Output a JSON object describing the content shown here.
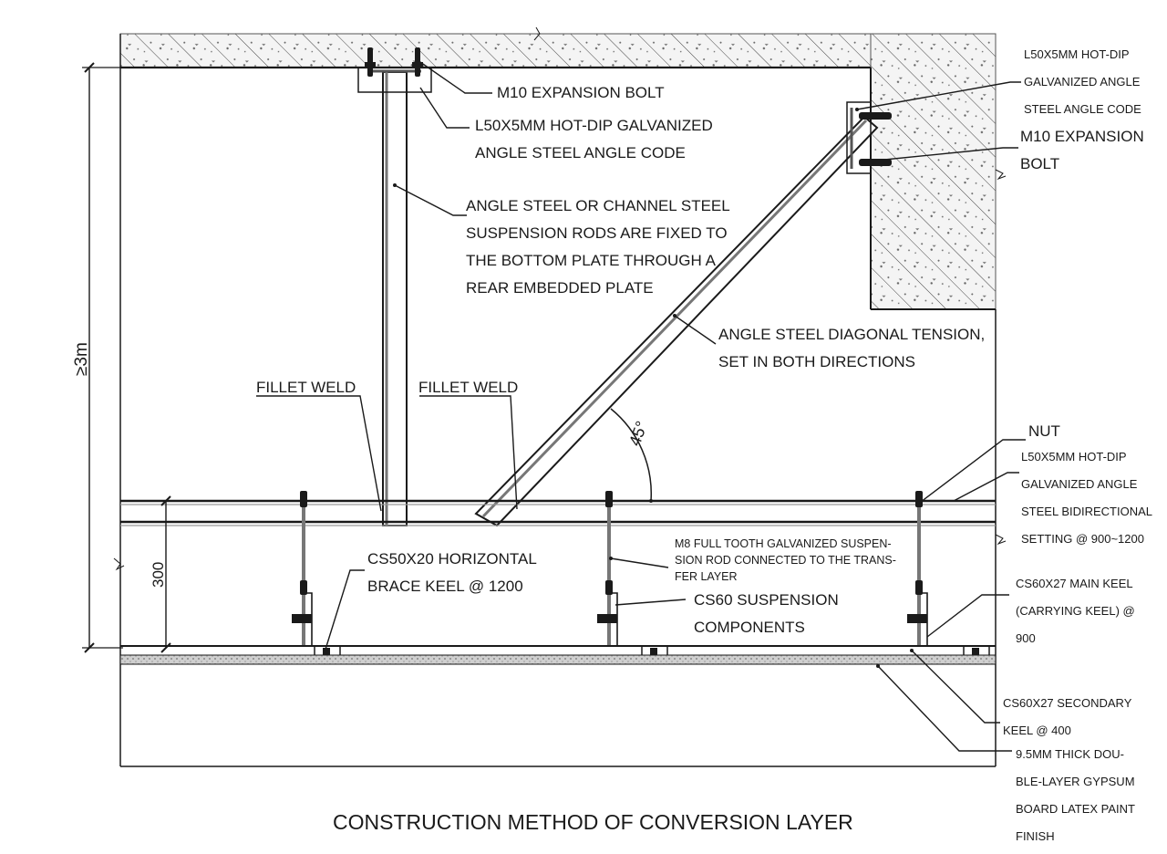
{
  "title": "CONSTRUCTION METHOD OF CONVERSION LAYER",
  "dimensions": {
    "height_min": "≥3m",
    "transfer_depth": "300",
    "angle": "45°"
  },
  "labels": {
    "bolt_top": "M10 EXPANSION BOLT",
    "angle_code_top": [
      "L50X5MM HOT-DIP GALVANIZED",
      "ANGLE STEEL ANGLE CODE"
    ],
    "suspension_rods": [
      "ANGLE STEEL OR CHANNEL STEEL",
      "SUSPENSION RODS ARE FIXED TO",
      "THE BOTTOM PLATE THROUGH A",
      "REAR EMBEDDED PLATE"
    ],
    "fillet_weld_1": "FILLET WELD",
    "fillet_weld_2": "FILLET WELD",
    "diagonal": [
      "ANGLE STEEL DIAGONAL TENSION,",
      "SET IN BOTH DIRECTIONS"
    ],
    "angle_code_wall": [
      "L50X5MM HOT-DIP",
      "GALVANIZED ANGLE",
      "STEEL ANGLE CODE"
    ],
    "bolt_wall": [
      "M10 EXPANSION",
      "BOLT"
    ],
    "nut": "NUT",
    "bidirectional": [
      "L50X5MM HOT-DIP",
      "GALVANIZED ANGLE",
      "STEEL BIDIRECTIONAL",
      "SETTING @ 900~1200"
    ],
    "m8_rod": [
      "M8 FULL TOOTH GALVANIZED SUSPEN-",
      "SION ROD CONNECTED TO THE TRANS-",
      "FER LAYER"
    ],
    "brace_keel": [
      "CS50X20 HORIZONTAL",
      "BRACE KEEL @ 1200"
    ],
    "cs60_components": [
      "CS60 SUSPENSION",
      "COMPONENTS"
    ],
    "main_keel": [
      "CS60X27 MAIN KEEL",
      "(CARRYING KEEL) @",
      "900"
    ],
    "secondary_keel": [
      "CS60X27 SECONDARY",
      "KEEL @ 400"
    ],
    "gypsum": [
      "9.5MM THICK DOU-",
      "BLE-LAYER GYPSUM",
      "BOARD LATEX PAINT",
      "FINISH"
    ]
  }
}
